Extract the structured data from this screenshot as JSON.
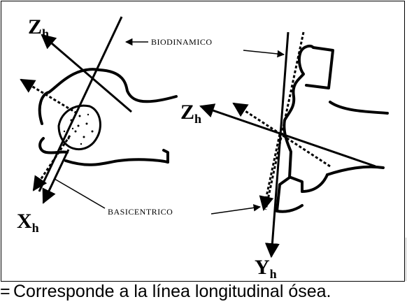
{
  "labels": {
    "zh_left": {
      "main": "Z",
      "sub": "h"
    },
    "xh": {
      "main": "X",
      "sub": "h"
    },
    "zh_right": {
      "main": "Z",
      "sub": "h"
    },
    "yh": {
      "main": "Y",
      "sub": "h"
    },
    "biodinamico": "BIODINAMICO",
    "basicentrico": "BASICENTRICO"
  },
  "caption": {
    "mark": "=",
    "text": "Corresponde a la línea longitudinal ósea."
  }
}
